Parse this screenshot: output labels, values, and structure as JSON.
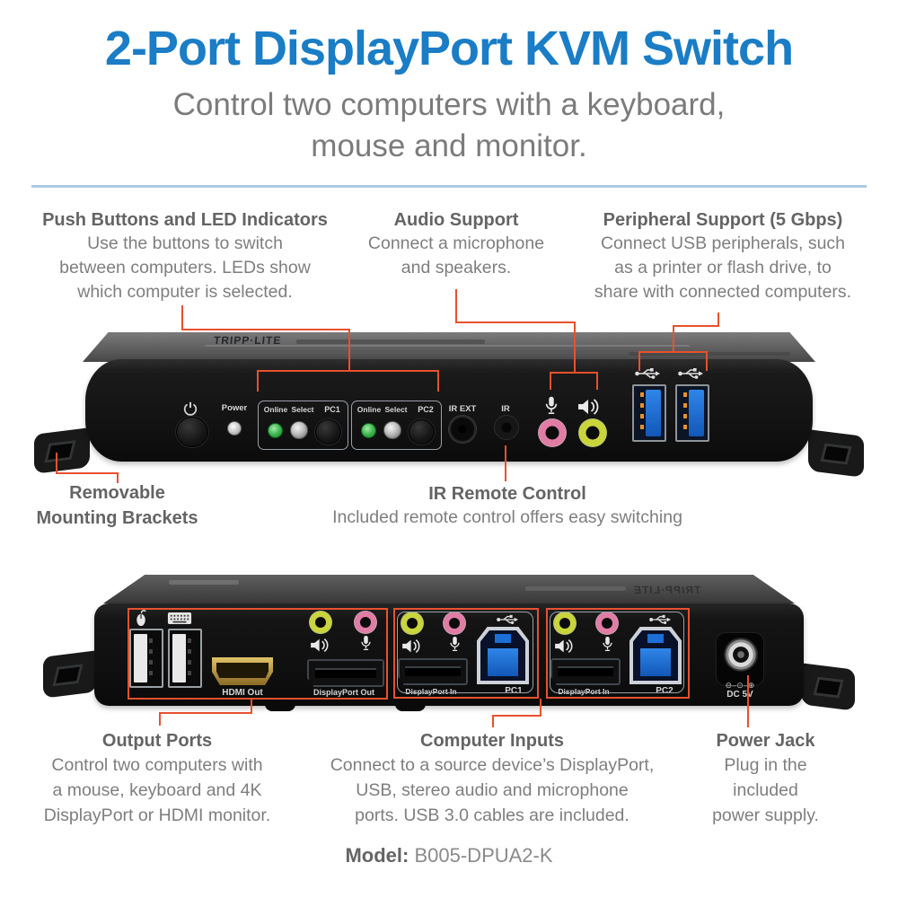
{
  "header": {
    "title": "2-Port DisplayPort KVM Switch",
    "subtitle_line1": "Control two computers with a keyboard,",
    "subtitle_line2": "mouse and monitor."
  },
  "colors": {
    "accent_blue": "#1a7dc5",
    "callout_red": "#e8512e",
    "divider_blue": "#abc9e2",
    "usb_blue": "#1f6fd0",
    "jack_green": "#c9d53b",
    "jack_pink": "#e17ca4",
    "led_green": "#36b24a"
  },
  "annotations": {
    "push_buttons": {
      "title": "Push Buttons and LED Indicators",
      "lines": [
        "Use the buttons to switch",
        "between computers. LEDs show",
        "which computer is selected."
      ]
    },
    "audio": {
      "title": "Audio Support",
      "lines": [
        "Connect a microphone",
        "and speakers."
      ]
    },
    "peripheral": {
      "title": "Peripheral Support (5 Gbps)",
      "lines": [
        "Connect USB peripherals, such",
        "as a printer or flash drive, to",
        "share with connected computers."
      ]
    },
    "brackets": {
      "lines": [
        "Removable",
        "Mounting Brackets"
      ]
    },
    "ir": {
      "title": "IR Remote Control",
      "body": "Included remote control offers easy switching"
    },
    "output": {
      "title": "Output Ports",
      "lines": [
        "Control two computers with",
        "a mouse, keyboard and 4K",
        "DisplayPort or HDMI monitor."
      ]
    },
    "inputs": {
      "title": "Computer Inputs",
      "lines": [
        "Connect to a source device’s DisplayPort,",
        "USB, stereo audio and microphone",
        "ports. USB 3.0 cables are included."
      ]
    },
    "power": {
      "title": "Power Jack",
      "lines": [
        "Plug in the",
        "included",
        "power supply."
      ]
    }
  },
  "device_front": {
    "brand": "TRIPP·LITE",
    "power_label": "Power",
    "groups": [
      {
        "online": "Online",
        "select": "Select",
        "pc": "PC1"
      },
      {
        "online": "Online",
        "select": "Select",
        "pc": "PC2"
      }
    ],
    "ir_ext_label": "IR EXT",
    "ir_label": "IR"
  },
  "device_back": {
    "brand": "TRIPP·LITE",
    "hdmi_label": "HDMI Out",
    "dp_out_label": "DisplayPort Out",
    "inputs": [
      {
        "dp_label": "DisplayPort In",
        "pc_label": "PC1"
      },
      {
        "dp_label": "DisplayPort In",
        "pc_label": "PC2"
      }
    ],
    "dc_polarity": "⊖–⊙–⊕",
    "dc_label": "DC 5V"
  },
  "footer": {
    "model_label": "Model:",
    "model_value": "B005-DPUA2-K"
  }
}
